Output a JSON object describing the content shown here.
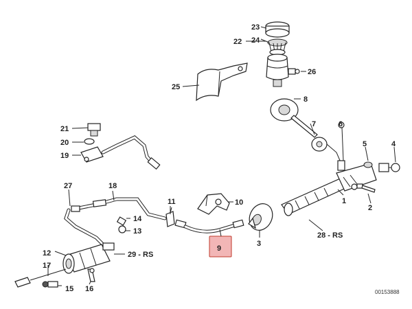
{
  "diagram": {
    "reference_code": "00153888",
    "highlight_color": "#f2b6b6",
    "highlight_border": "#c0392b",
    "callouts": [
      {
        "id": "c23",
        "text": "23"
      },
      {
        "id": "c22",
        "text": "22"
      },
      {
        "id": "c24",
        "text": "24"
      },
      {
        "id": "c26",
        "text": "26"
      },
      {
        "id": "c25",
        "text": "25"
      },
      {
        "id": "c8",
        "text": "8"
      },
      {
        "id": "c21",
        "text": "21"
      },
      {
        "id": "c7",
        "text": "7"
      },
      {
        "id": "c6",
        "text": "6"
      },
      {
        "id": "c20",
        "text": "20"
      },
      {
        "id": "c5",
        "text": "5"
      },
      {
        "id": "c4",
        "text": "4"
      },
      {
        "id": "c19",
        "text": "19"
      },
      {
        "id": "c27",
        "text": "27"
      },
      {
        "id": "c18",
        "text": "18"
      },
      {
        "id": "c11",
        "text": "11"
      },
      {
        "id": "c10",
        "text": "10"
      },
      {
        "id": "c1",
        "text": "1"
      },
      {
        "id": "c2",
        "text": "2"
      },
      {
        "id": "c14",
        "text": "14"
      },
      {
        "id": "c13",
        "text": "13"
      },
      {
        "id": "c28",
        "text": "28 - RS"
      },
      {
        "id": "c3",
        "text": "3"
      },
      {
        "id": "c9",
        "text": "9"
      },
      {
        "id": "c12",
        "text": "12"
      },
      {
        "id": "c29",
        "text": "29 - RS"
      },
      {
        "id": "c17",
        "text": "17"
      },
      {
        "id": "c15",
        "text": "15"
      },
      {
        "id": "c16",
        "text": "16"
      }
    ]
  }
}
